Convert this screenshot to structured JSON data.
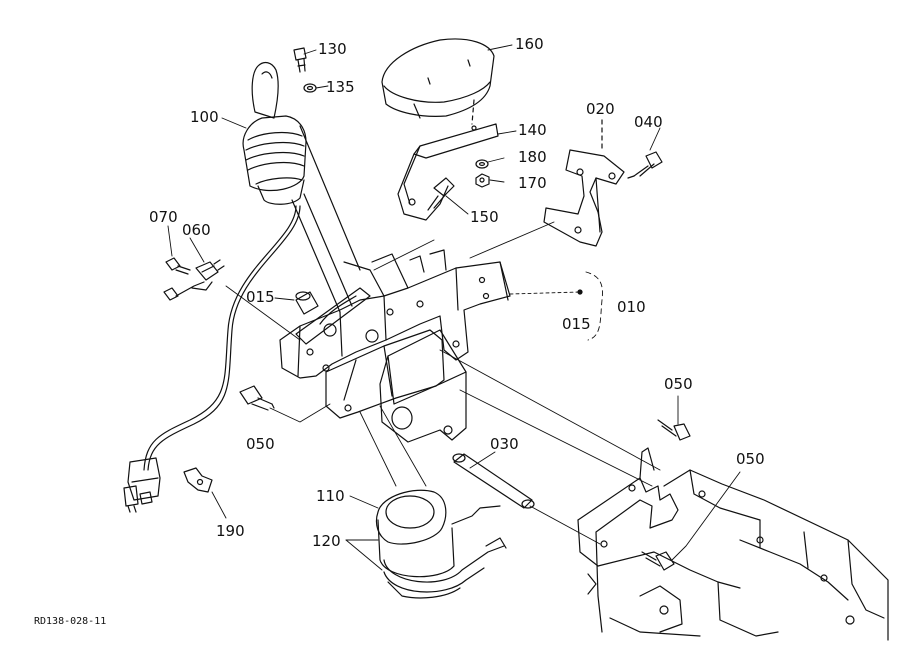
{
  "diagram": {
    "drawing_id": "RD138-028-11",
    "callouts": {
      "c130": "130",
      "c135": "135",
      "c160": "160",
      "c100": "100",
      "c140": "140",
      "c020": "020",
      "c040": "040",
      "c180": "180",
      "c170": "170",
      "c150": "150",
      "c070": "070",
      "c060": "060",
      "c015a": "015",
      "c010": "010",
      "c015b": "015",
      "c050a": "050",
      "c050b": "050",
      "c050c": "050",
      "c030": "030",
      "c110": "110",
      "c120": "120",
      "c190": "190"
    }
  }
}
